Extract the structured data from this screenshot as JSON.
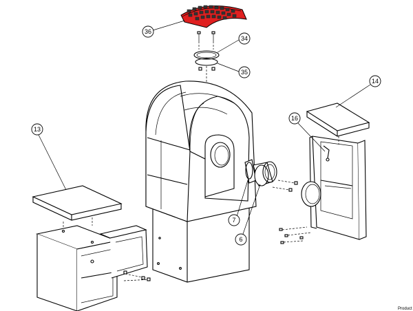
{
  "diagram": {
    "highlight_color": "#e02020",
    "callouts": [
      {
        "id": "36",
        "label": "36"
      },
      {
        "id": "34",
        "label": "34"
      },
      {
        "id": "35",
        "label": "35"
      },
      {
        "id": "14",
        "label": "14"
      },
      {
        "id": "16",
        "label": "16"
      },
      {
        "id": "13",
        "label": "13"
      },
      {
        "id": "7",
        "label": "7"
      },
      {
        "id": "6",
        "label": "6"
      }
    ],
    "footer": "Product"
  }
}
